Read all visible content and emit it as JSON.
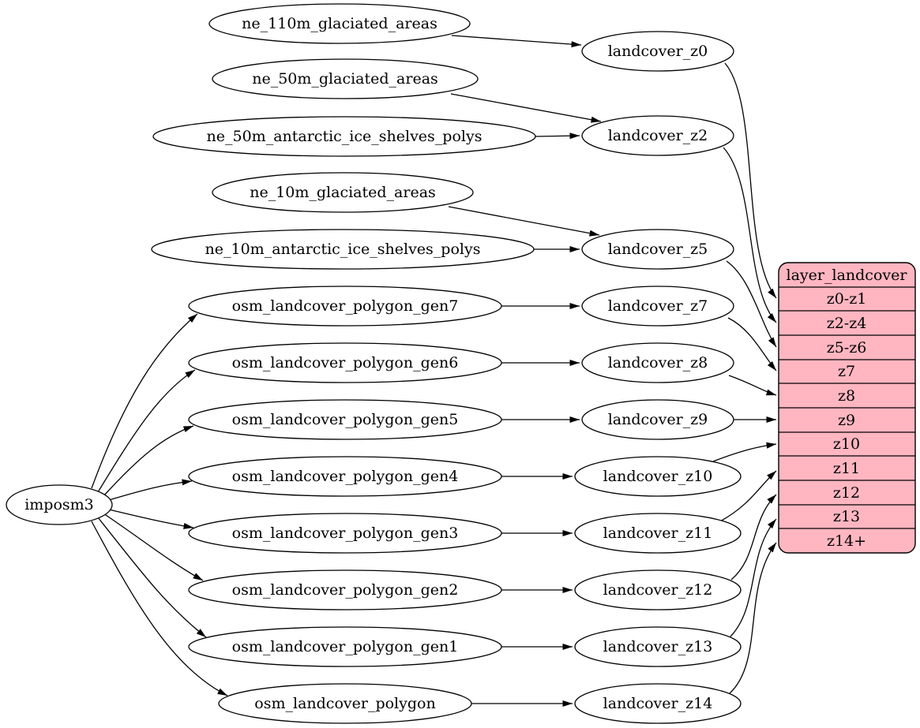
{
  "diagram": {
    "kind": "etl-dependency-graph",
    "direction": "left-to-right"
  },
  "colors": {
    "background": "#ffffff",
    "node_fill": "#ffffff",
    "node_stroke": "#000000",
    "edge_color": "#000000",
    "table_fill": "#ffb6c1"
  },
  "nodes": {
    "imposm3": {
      "label": "imposm3"
    },
    "ne_110m_glaciated_areas": {
      "label": "ne_110m_glaciated_areas"
    },
    "ne_50m_glaciated_areas": {
      "label": "ne_50m_glaciated_areas"
    },
    "ne_50m_antarctic_ice_shelves_polys": {
      "label": "ne_50m_antarctic_ice_shelves_polys"
    },
    "ne_10m_glaciated_areas": {
      "label": "ne_10m_glaciated_areas"
    },
    "ne_10m_antarctic_ice_shelves_polys": {
      "label": "ne_10m_antarctic_ice_shelves_polys"
    },
    "osm_landcover_polygon_gen7": {
      "label": "osm_landcover_polygon_gen7"
    },
    "osm_landcover_polygon_gen6": {
      "label": "osm_landcover_polygon_gen6"
    },
    "osm_landcover_polygon_gen5": {
      "label": "osm_landcover_polygon_gen5"
    },
    "osm_landcover_polygon_gen4": {
      "label": "osm_landcover_polygon_gen4"
    },
    "osm_landcover_polygon_gen3": {
      "label": "osm_landcover_polygon_gen3"
    },
    "osm_landcover_polygon_gen2": {
      "label": "osm_landcover_polygon_gen2"
    },
    "osm_landcover_polygon_gen1": {
      "label": "osm_landcover_polygon_gen1"
    },
    "osm_landcover_polygon": {
      "label": "osm_landcover_polygon"
    },
    "landcover_z0": {
      "label": "landcover_z0"
    },
    "landcover_z2": {
      "label": "landcover_z2"
    },
    "landcover_z5": {
      "label": "landcover_z5"
    },
    "landcover_z7": {
      "label": "landcover_z7"
    },
    "landcover_z8": {
      "label": "landcover_z8"
    },
    "landcover_z9": {
      "label": "landcover_z9"
    },
    "landcover_z10": {
      "label": "landcover_z10"
    },
    "landcover_z11": {
      "label": "landcover_z11"
    },
    "landcover_z12": {
      "label": "landcover_z12"
    },
    "landcover_z13": {
      "label": "landcover_z13"
    },
    "landcover_z14": {
      "label": "landcover_z14"
    }
  },
  "table": {
    "title": "layer_landcover",
    "rows": [
      "z0-z1",
      "z2-z4",
      "z5-z6",
      "z7",
      "z8",
      "z9",
      "z10",
      "z11",
      "z12",
      "z13",
      "z14+"
    ]
  },
  "edges": [
    {
      "from": "ne_110m_glaciated_areas",
      "to": "landcover_z0"
    },
    {
      "from": "ne_50m_glaciated_areas",
      "to": "landcover_z2"
    },
    {
      "from": "ne_50m_antarctic_ice_shelves_polys",
      "to": "landcover_z2"
    },
    {
      "from": "ne_10m_glaciated_areas",
      "to": "landcover_z5"
    },
    {
      "from": "ne_10m_antarctic_ice_shelves_polys",
      "to": "landcover_z5"
    },
    {
      "from": "imposm3",
      "to": "osm_landcover_polygon_gen7"
    },
    {
      "from": "imposm3",
      "to": "osm_landcover_polygon_gen6"
    },
    {
      "from": "imposm3",
      "to": "osm_landcover_polygon_gen5"
    },
    {
      "from": "imposm3",
      "to": "osm_landcover_polygon_gen4"
    },
    {
      "from": "imposm3",
      "to": "osm_landcover_polygon_gen3"
    },
    {
      "from": "imposm3",
      "to": "osm_landcover_polygon_gen2"
    },
    {
      "from": "imposm3",
      "to": "osm_landcover_polygon_gen1"
    },
    {
      "from": "imposm3",
      "to": "osm_landcover_polygon"
    },
    {
      "from": "osm_landcover_polygon_gen7",
      "to": "landcover_z7"
    },
    {
      "from": "osm_landcover_polygon_gen6",
      "to": "landcover_z8"
    },
    {
      "from": "osm_landcover_polygon_gen5",
      "to": "landcover_z9"
    },
    {
      "from": "osm_landcover_polygon_gen4",
      "to": "landcover_z10"
    },
    {
      "from": "osm_landcover_polygon_gen3",
      "to": "landcover_z11"
    },
    {
      "from": "osm_landcover_polygon_gen2",
      "to": "landcover_z12"
    },
    {
      "from": "osm_landcover_polygon_gen1",
      "to": "landcover_z13"
    },
    {
      "from": "osm_landcover_polygon",
      "to": "landcover_z14"
    },
    {
      "from": "landcover_z0",
      "to": "layer_landcover",
      "to_row": "z0-z1"
    },
    {
      "from": "landcover_z2",
      "to": "layer_landcover",
      "to_row": "z2-z4"
    },
    {
      "from": "landcover_z5",
      "to": "layer_landcover",
      "to_row": "z5-z6"
    },
    {
      "from": "landcover_z7",
      "to": "layer_landcover",
      "to_row": "z7"
    },
    {
      "from": "landcover_z8",
      "to": "layer_landcover",
      "to_row": "z8"
    },
    {
      "from": "landcover_z9",
      "to": "layer_landcover",
      "to_row": "z9"
    },
    {
      "from": "landcover_z10",
      "to": "layer_landcover",
      "to_row": "z10"
    },
    {
      "from": "landcover_z11",
      "to": "layer_landcover",
      "to_row": "z11"
    },
    {
      "from": "landcover_z12",
      "to": "layer_landcover",
      "to_row": "z12"
    },
    {
      "from": "landcover_z13",
      "to": "layer_landcover",
      "to_row": "z13"
    },
    {
      "from": "landcover_z14",
      "to": "layer_landcover",
      "to_row": "z14+"
    }
  ]
}
